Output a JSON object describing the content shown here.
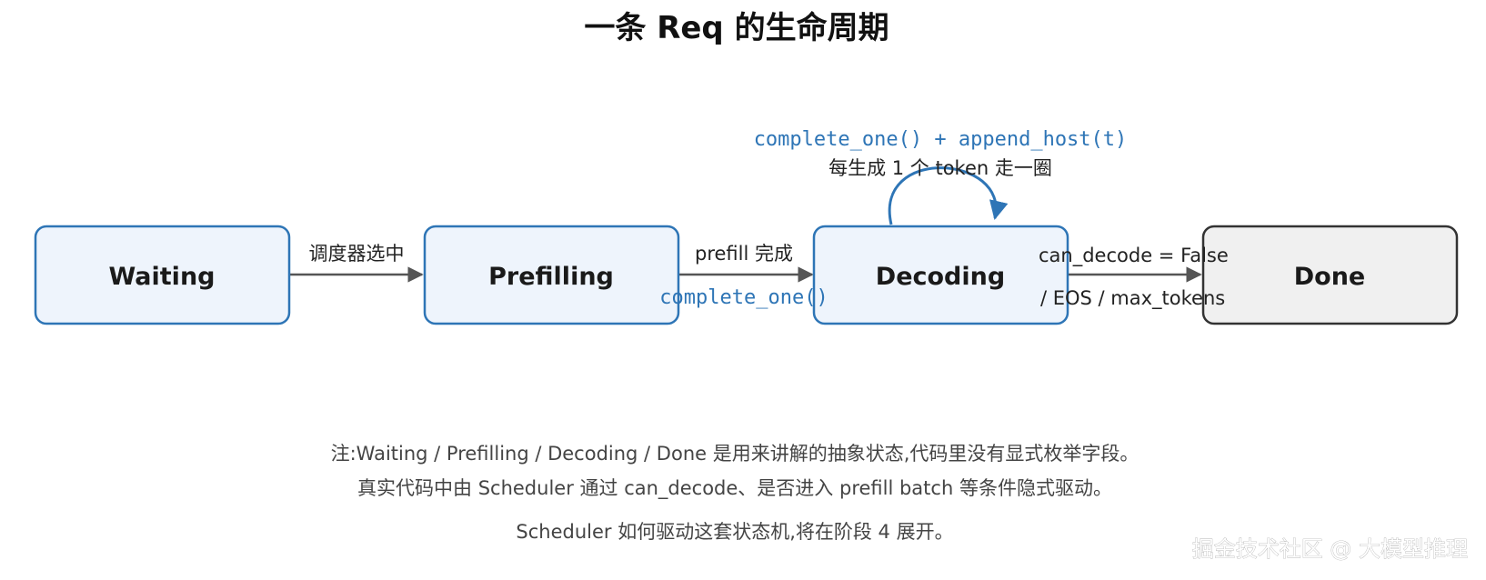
{
  "title": "一条 Req 的生命周期",
  "colors": {
    "active_fill": "#eef4fc",
    "active_stroke": "#2e75b6",
    "done_fill": "#f0f0f0",
    "done_stroke": "#333333",
    "arrow": "#555555",
    "code_text": "#2e75b6"
  },
  "states": [
    {
      "id": "waiting",
      "label": "Waiting",
      "style": "active"
    },
    {
      "id": "prefilling",
      "label": "Prefilling",
      "style": "active"
    },
    {
      "id": "decoding",
      "label": "Decoding",
      "style": "active"
    },
    {
      "id": "done",
      "label": "Done",
      "style": "done"
    }
  ],
  "edges": [
    {
      "from": "waiting",
      "to": "prefilling",
      "label": "调度器选中",
      "code": ""
    },
    {
      "from": "prefilling",
      "to": "decoding",
      "label": "prefill 完成",
      "code": "complete_one()"
    },
    {
      "from": "decoding",
      "to": "done",
      "label": "can_decode = False",
      "label2": "/ EOS / max_tokens"
    }
  ],
  "self_loop": {
    "state": "decoding",
    "code": "complete_one() + append_host(t)",
    "label": "每生成 1 个 token 走一圈"
  },
  "notes": [
    "注:Waiting / Prefilling / Decoding / Done 是用来讲解的抽象状态,代码里没有显式枚举字段。",
    "真实代码中由 Scheduler 通过 can_decode、是否进入 prefill batch 等条件隐式驱动。",
    "Scheduler 如何驱动这套状态机,将在阶段 4 展开。"
  ],
  "watermark": "掘金技术社区 @ 大模型推理"
}
